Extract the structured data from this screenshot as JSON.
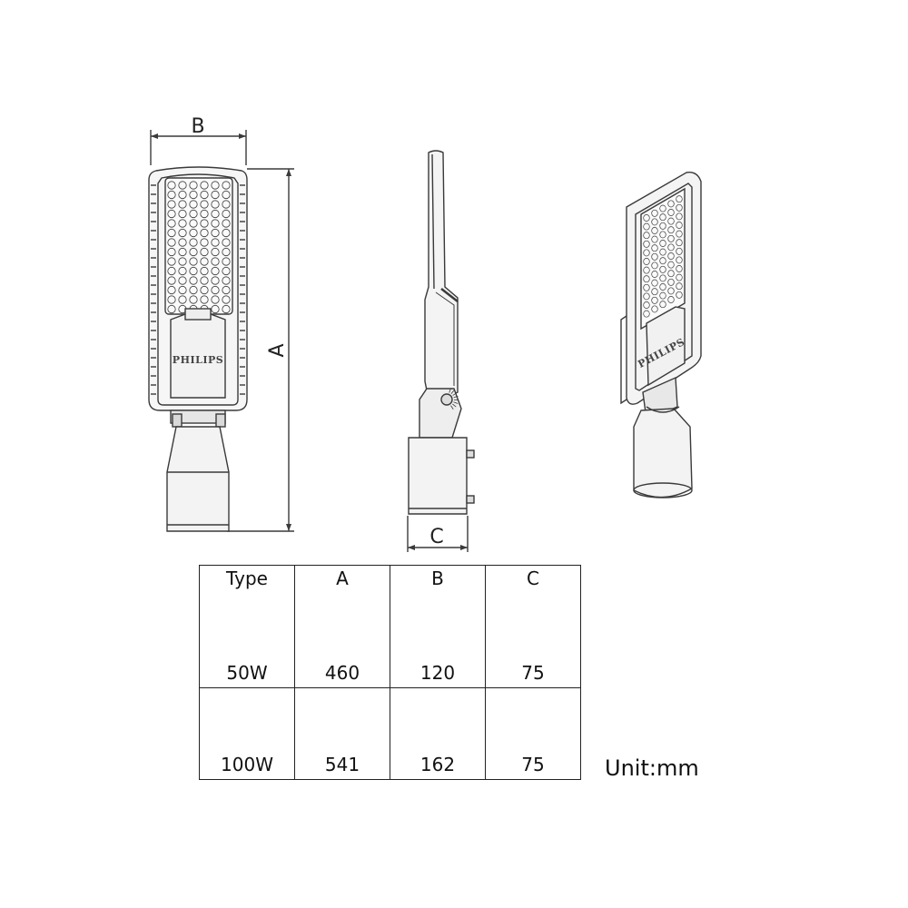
{
  "dimensions": {
    "label_a": "A",
    "label_b": "B",
    "label_c": "C"
  },
  "brand": "PHILIPS",
  "table": {
    "headers": [
      "Type",
      "A",
      "B",
      "C"
    ],
    "rows": [
      [
        "50W",
        "460",
        "120",
        "75"
      ],
      [
        "100W",
        "541",
        "162",
        "75"
      ]
    ]
  },
  "unit_note": "Unit:mm",
  "colors": {
    "line": "#3a3a3a",
    "fill_light": "#f4f4f4",
    "fill_mid": "#d9d9d9",
    "fill_dark": "#555555"
  }
}
